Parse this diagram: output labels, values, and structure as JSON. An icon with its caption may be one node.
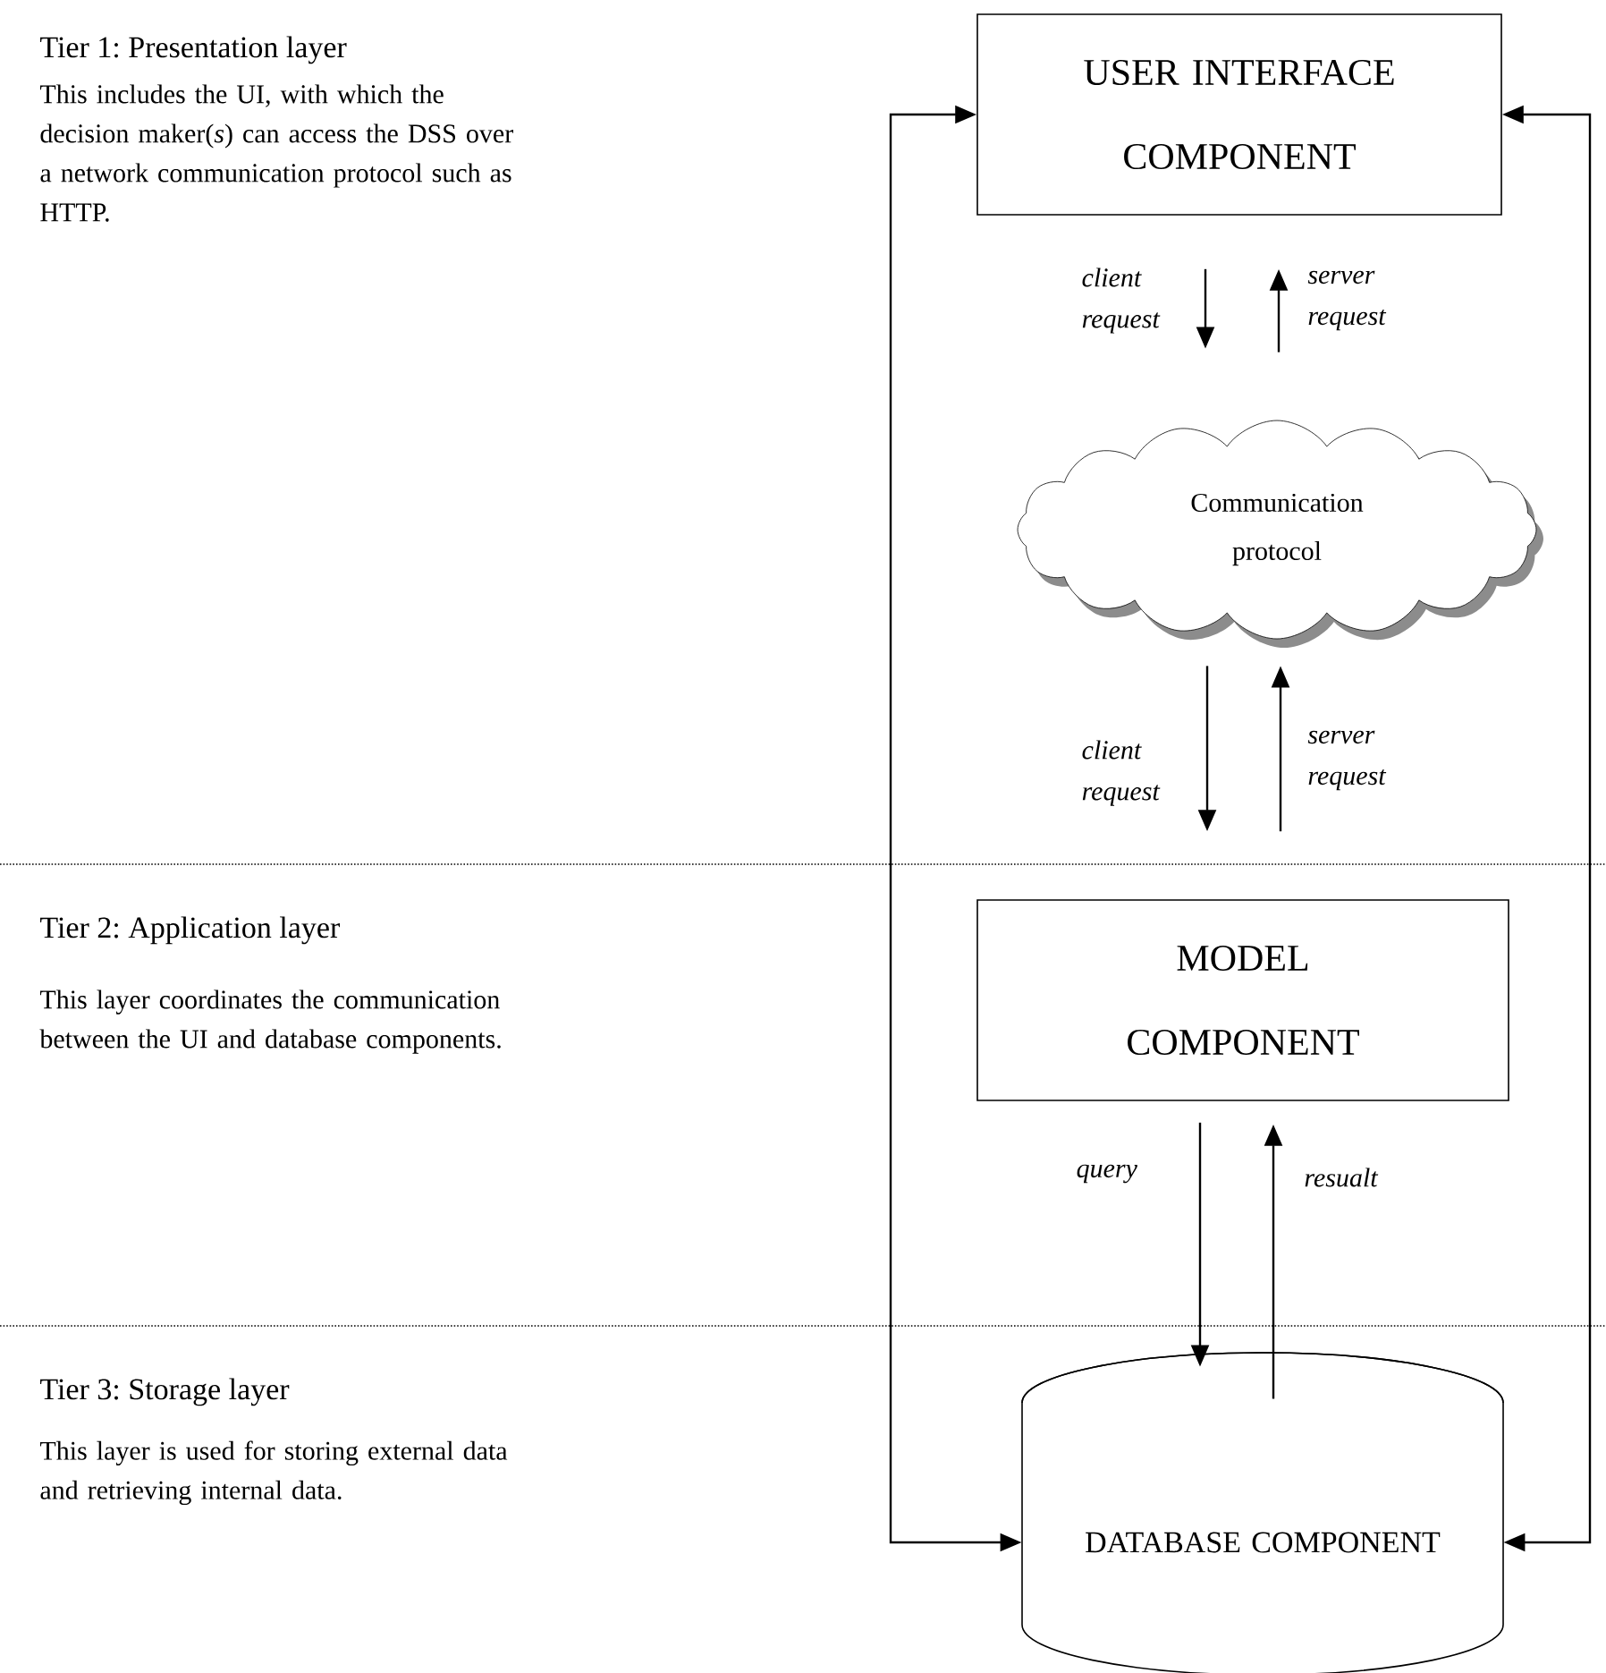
{
  "diagram": {
    "nodes": [
      {
        "text": [
          "USER INTERFACE COMPONENT"
        ]
      },
      {
        "text": [
          "Communication protocol"
        ]
      },
      {
        "text": [
          "MODEL COMPONENT"
        ]
      },
      {
        "text": [
          "DATABASE COMPONENT"
        ]
      }
    ],
    "edges": [
      {
        "from": 0,
        "to": 1,
        "arrow": "to",
        "label": "client request"
      },
      {
        "from": 1,
        "to": 0,
        "arrow": "to",
        "label": "server request"
      },
      {
        "from": 1,
        "to": 2,
        "arrow": "to",
        "label": "client request"
      },
      {
        "from": 2,
        "to": 1,
        "arrow": "to",
        "label": "server request"
      },
      {
        "from": 2,
        "to": 3,
        "arrow": "to",
        "label": "query"
      },
      {
        "from": 3,
        "to": 2,
        "arrow": "to",
        "label": "resualt"
      },
      {
        "from": 0,
        "to": 3,
        "arrow": "both"
      },
      {
        "from": 0,
        "to": 3,
        "arrow": "both"
      }
    ],
    "labels": [
      "Tier 1: Presentation layer",
      "This includes the UI, with which the decision maker(*s*) can access the DSS over a network communication protocol such as HTTP.",
      "Tier 2: Application layer",
      "This layer coordinates the communication between the UI and database components.",
      "Tier 3: Storage layer",
      "This layer is used for storing external data and retrieving internal data."
    ]
  }
}
